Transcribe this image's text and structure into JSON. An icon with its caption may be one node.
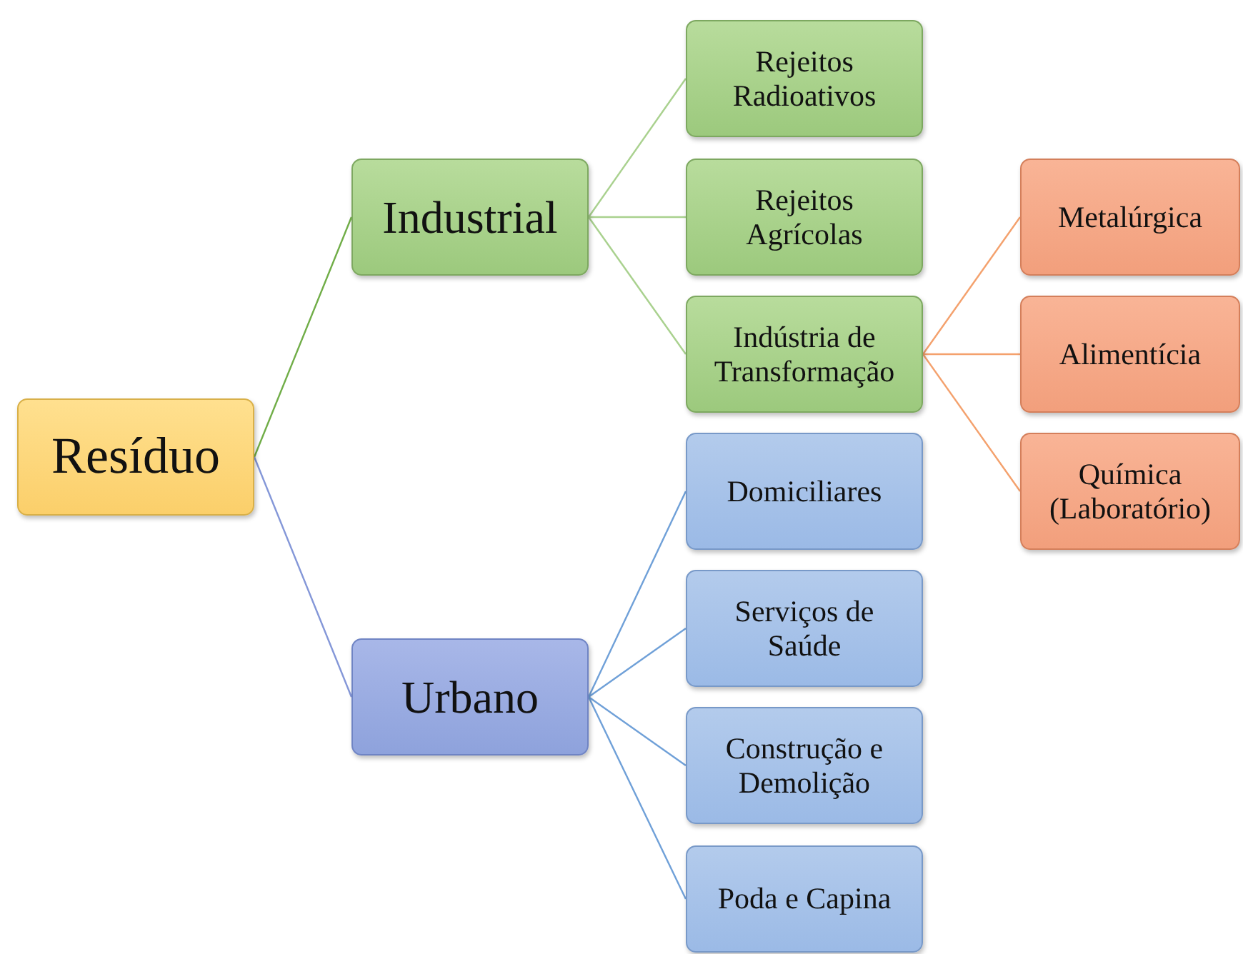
{
  "diagram": {
    "nodes": [
      {
        "text": [
          "Resíduo"
        ]
      },
      {
        "text": [
          "Industrial"
        ]
      },
      {
        "text": [
          "Urbano"
        ]
      },
      {
        "text": [
          "Rejeitos Radioativos"
        ]
      },
      {
        "text": [
          "Rejeitos Agrícolas"
        ]
      },
      {
        "text": [
          "Indústria de Transformação"
        ]
      },
      {
        "text": [
          "Metalúrgica"
        ]
      },
      {
        "text": [
          "Alimentícia"
        ]
      },
      {
        "text": [
          "Química (Laboratório)"
        ]
      },
      {
        "text": [
          "Domiciliares"
        ]
      },
      {
        "text": [
          "Serviços de Saúde"
        ]
      },
      {
        "text": [
          "Construção e Demolição"
        ]
      },
      {
        "text": [
          "Poda e Capina"
        ]
      }
    ],
    "edges": [
      {
        "from": 0,
        "to": 1,
        "arrow": "none",
        "color": "#70ad47"
      },
      {
        "from": 0,
        "to": 2,
        "arrow": "none",
        "color": "#8497d8"
      },
      {
        "from": 1,
        "to": 3,
        "arrow": "none",
        "color": "#a9d18e"
      },
      {
        "from": 1,
        "to": 4,
        "arrow": "none",
        "color": "#a9d18e"
      },
      {
        "from": 1,
        "to": 5,
        "arrow": "none",
        "color": "#a9d18e"
      },
      {
        "from": 5,
        "to": 6,
        "arrow": "none",
        "color": "#f4a16d"
      },
      {
        "from": 5,
        "to": 7,
        "arrow": "none",
        "color": "#f4a16d"
      },
      {
        "from": 5,
        "to": 8,
        "arrow": "none",
        "color": "#f4a16d"
      },
      {
        "from": 2,
        "to": 9,
        "arrow": "none",
        "color": "#6fa0d8"
      },
      {
        "from": 2,
        "to": 10,
        "arrow": "none",
        "color": "#6fa0d8"
      },
      {
        "from": 2,
        "to": 11,
        "arrow": "none",
        "color": "#6fa0d8"
      },
      {
        "from": 2,
        "to": 12,
        "arrow": "none",
        "color": "#6fa0d8"
      }
    ]
  }
}
